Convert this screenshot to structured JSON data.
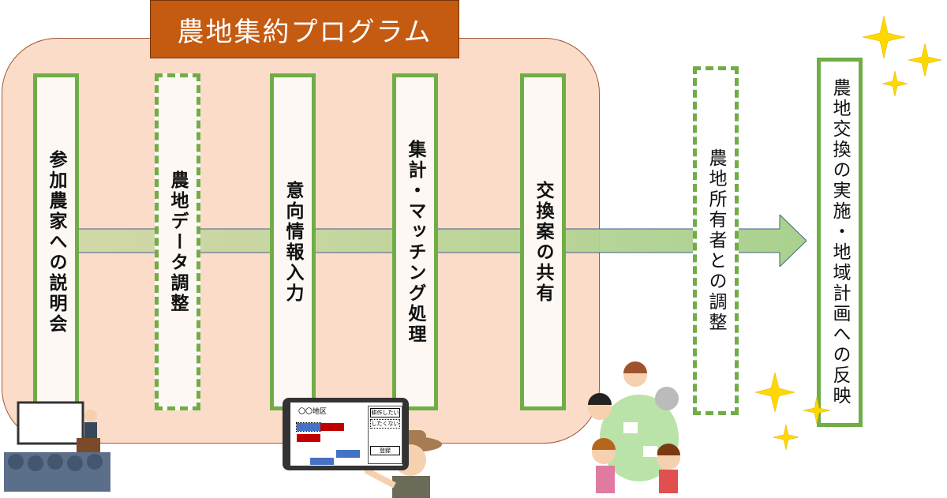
{
  "title": "農地集約プログラム",
  "steps": [
    "参加農家への説明会",
    "農地データ調整",
    "意向情報入力",
    "集計・マッチング処理",
    "交換案の共有"
  ],
  "adjust": "農地所有者との調整",
  "result": "農地交換の実施・地域計画への反映",
  "tablet": {
    "area": "〇〇地区",
    "want": "耕作したい",
    "nowant": "したくない",
    "register": "登録"
  },
  "colors": {
    "title": "#c55a11",
    "panel": "#fbdcc8",
    "green": "#70ad47"
  }
}
